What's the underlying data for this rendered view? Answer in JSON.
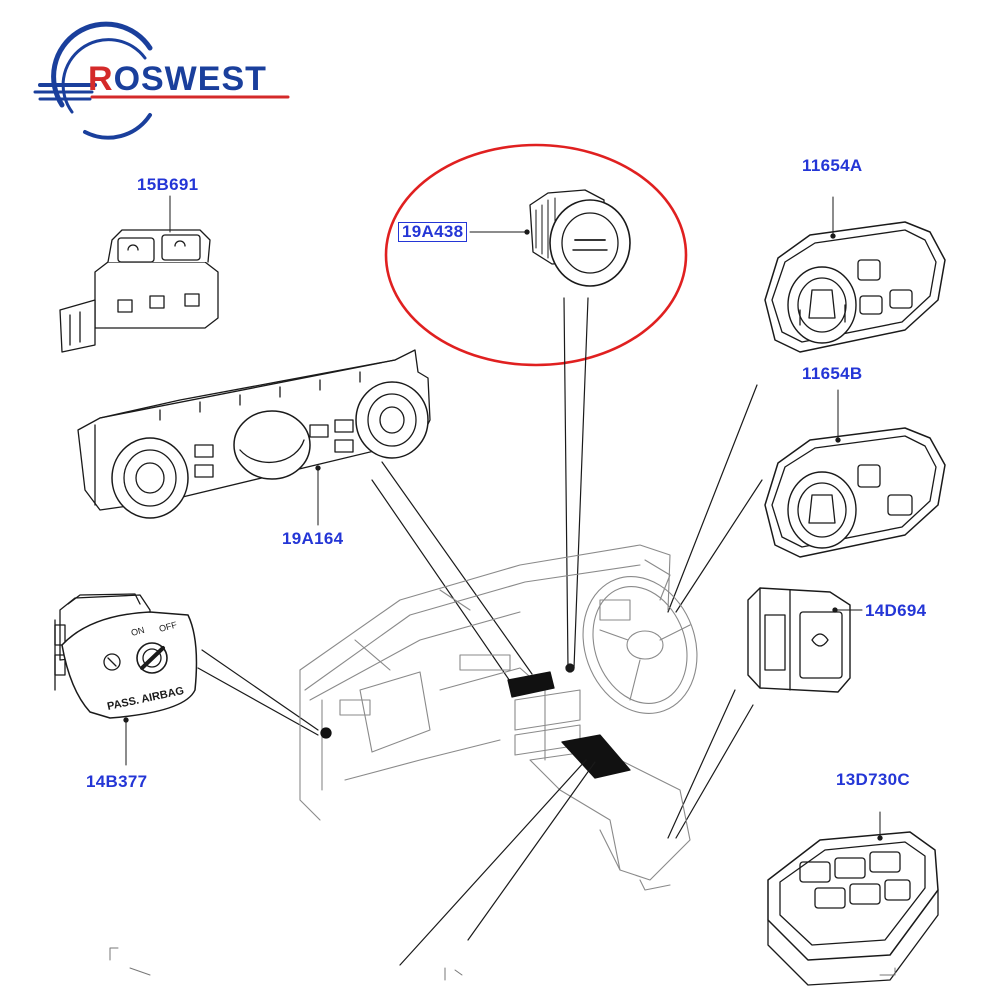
{
  "logo": {
    "text_first": "R",
    "text_rest": "OSWEST",
    "colors": {
      "primary": "#1a3f9c",
      "accent": "#d42a2a"
    }
  },
  "parts": [
    {
      "id": "15B691"
    },
    {
      "id": "19A438"
    },
    {
      "id": "11654A"
    },
    {
      "id": "11654B"
    },
    {
      "id": "19A164"
    },
    {
      "id": "14D694"
    },
    {
      "id": "14B377"
    },
    {
      "id": "13D730C"
    }
  ],
  "airbag_switch": {
    "on": "ON",
    "off": "OFF",
    "caption": "PASS. AIRBAG"
  },
  "highlight_color": "#e02020",
  "label_color": "#2436d6"
}
